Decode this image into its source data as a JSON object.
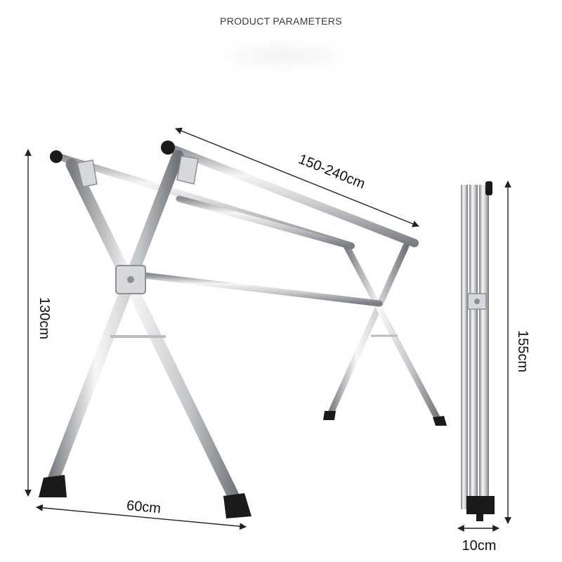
{
  "header": {
    "title": "PRODUCT PARAMETERS"
  },
  "dimensions": {
    "length_label": "150-240cm",
    "height_label": "130cm",
    "width_label": "60cm",
    "folded_height_label": "155cm",
    "folded_thickness_label": "10cm"
  },
  "colors": {
    "steel_light": "#f2f2f2",
    "steel_mid": "#b9bcc0",
    "steel_dark": "#6f7377",
    "foot": "#1a1a1a",
    "dimension_line": "#222222"
  }
}
